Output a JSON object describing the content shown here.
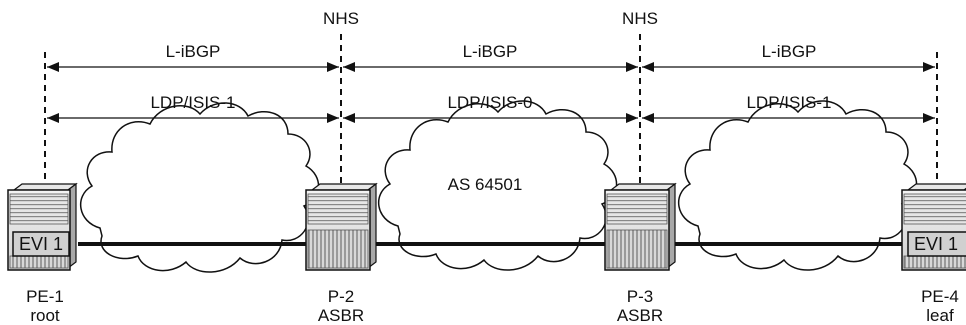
{
  "nhs_labels": [
    "NHS",
    "NHS"
  ],
  "top_segments": [
    "L-iBGP",
    "L-iBGP",
    "L-iBGP"
  ],
  "igp_segments": [
    "LDP/ISIS-1",
    "LDP/ISIS-0",
    "LDP/ISIS-1"
  ],
  "as_label": "AS 64501",
  "nodes": [
    {
      "name": "PE-1",
      "role": "root",
      "evi": "EVI 1"
    },
    {
      "name": "P-2",
      "role": "ASBR"
    },
    {
      "name": "P-3",
      "role": "ASBR"
    },
    {
      "name": "PE-4",
      "role": "leaf",
      "evi": "EVI 1"
    }
  ]
}
